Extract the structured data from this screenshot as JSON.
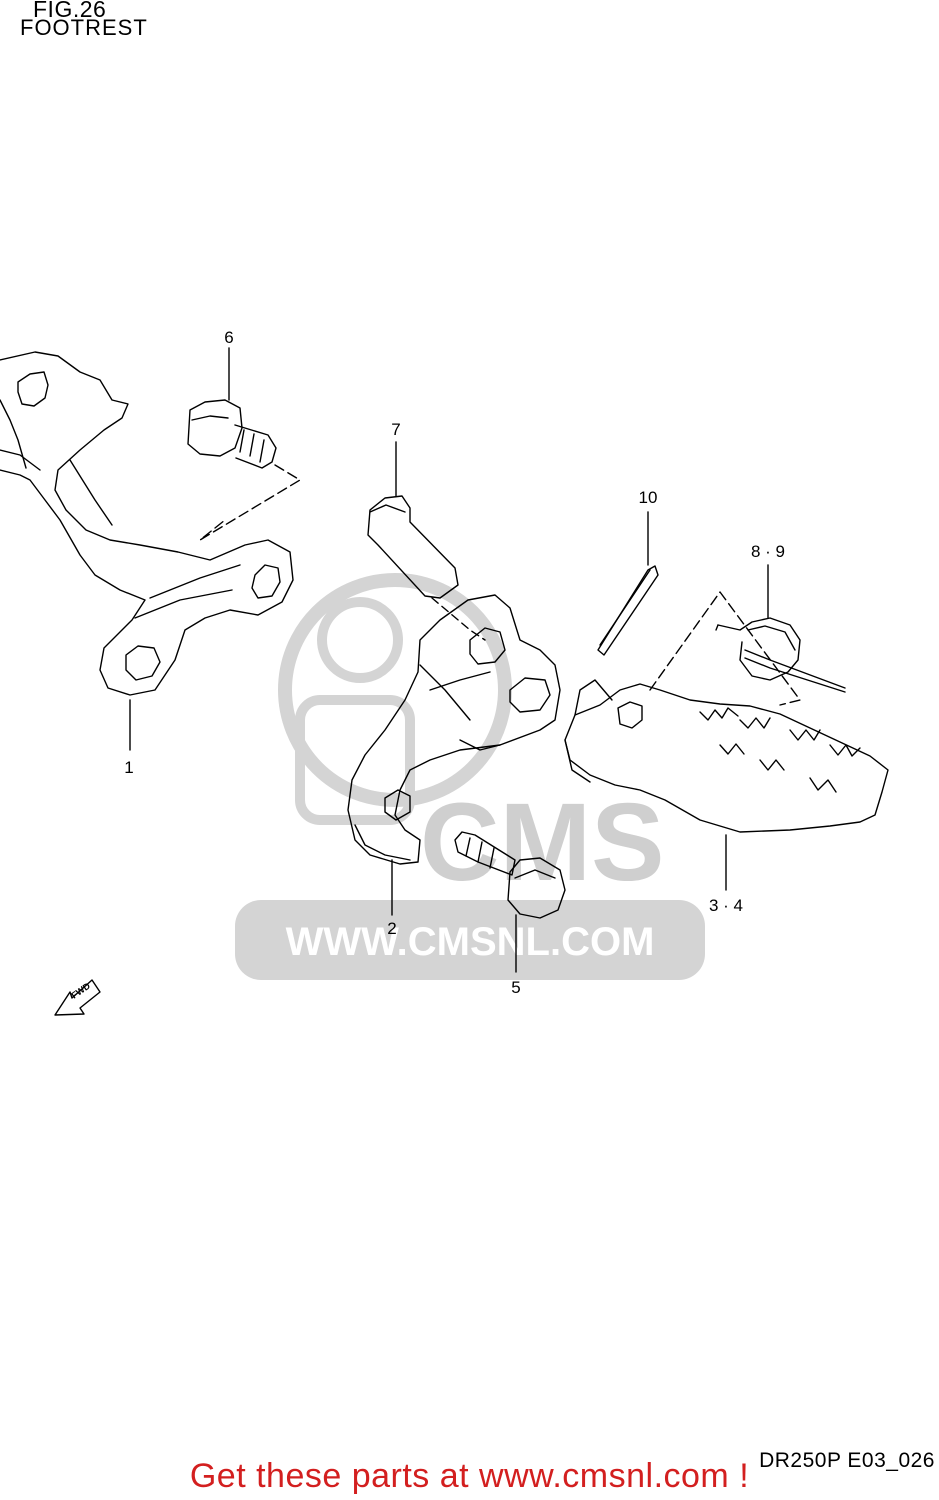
{
  "header": {
    "figure": "FIG.26",
    "title": "FOOTREST"
  },
  "parts": [
    {
      "ref": "1",
      "icon": "footrest-bracket-icon"
    },
    {
      "ref": "2",
      "icon": "footrest-holder-icon"
    },
    {
      "ref": "3 · 4",
      "icon": "footrest-peg-icon"
    },
    {
      "ref": "5",
      "icon": "bolt-icon"
    },
    {
      "ref": "6",
      "icon": "bolt-icon"
    },
    {
      "ref": "7",
      "icon": "pin-icon"
    },
    {
      "ref": "8 · 9",
      "icon": "spring-icon"
    },
    {
      "ref": "10",
      "icon": "cotter-pin-icon"
    }
  ],
  "watermark": {
    "text": "WWW.CMSNL.COM",
    "logo": "CMS"
  },
  "direction": {
    "label": "FWD"
  },
  "footer": {
    "code": "DR250P E03_026",
    "promo": "Get these parts at www.cmsnl.com !"
  },
  "colors": {
    "promo": "#d31f1f",
    "watermark": "#cfcfcf",
    "line": "#000000"
  }
}
